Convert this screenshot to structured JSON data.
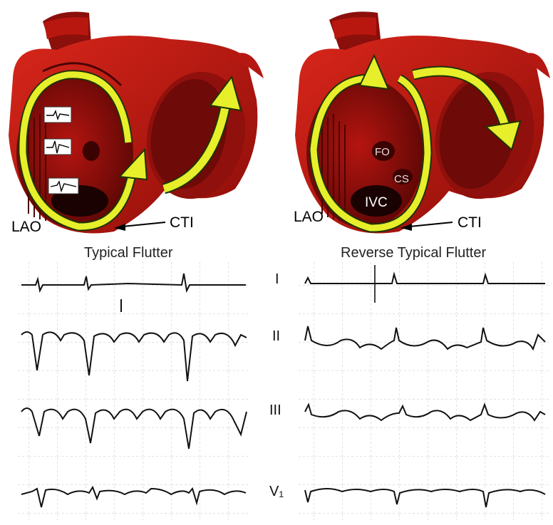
{
  "left_panel": {
    "label_lao": "LAO",
    "label_cti": "CTI",
    "caption": "Typical Flutter"
  },
  "right_panel": {
    "label_lao": "LAO",
    "label_cti": "CTI",
    "label_fo": "FO",
    "label_cs": "CS",
    "label_ivc": "IVC",
    "caption": "Reverse Typical Flutter"
  },
  "ecg_leads": [
    "I",
    "II",
    "III",
    "V₁"
  ],
  "colors": {
    "heart_red": "#c8140f",
    "heart_dark": "#7a0a08",
    "arrow_yellow": "#e6ef2a",
    "ecg_grid": "#b9b9b9"
  }
}
